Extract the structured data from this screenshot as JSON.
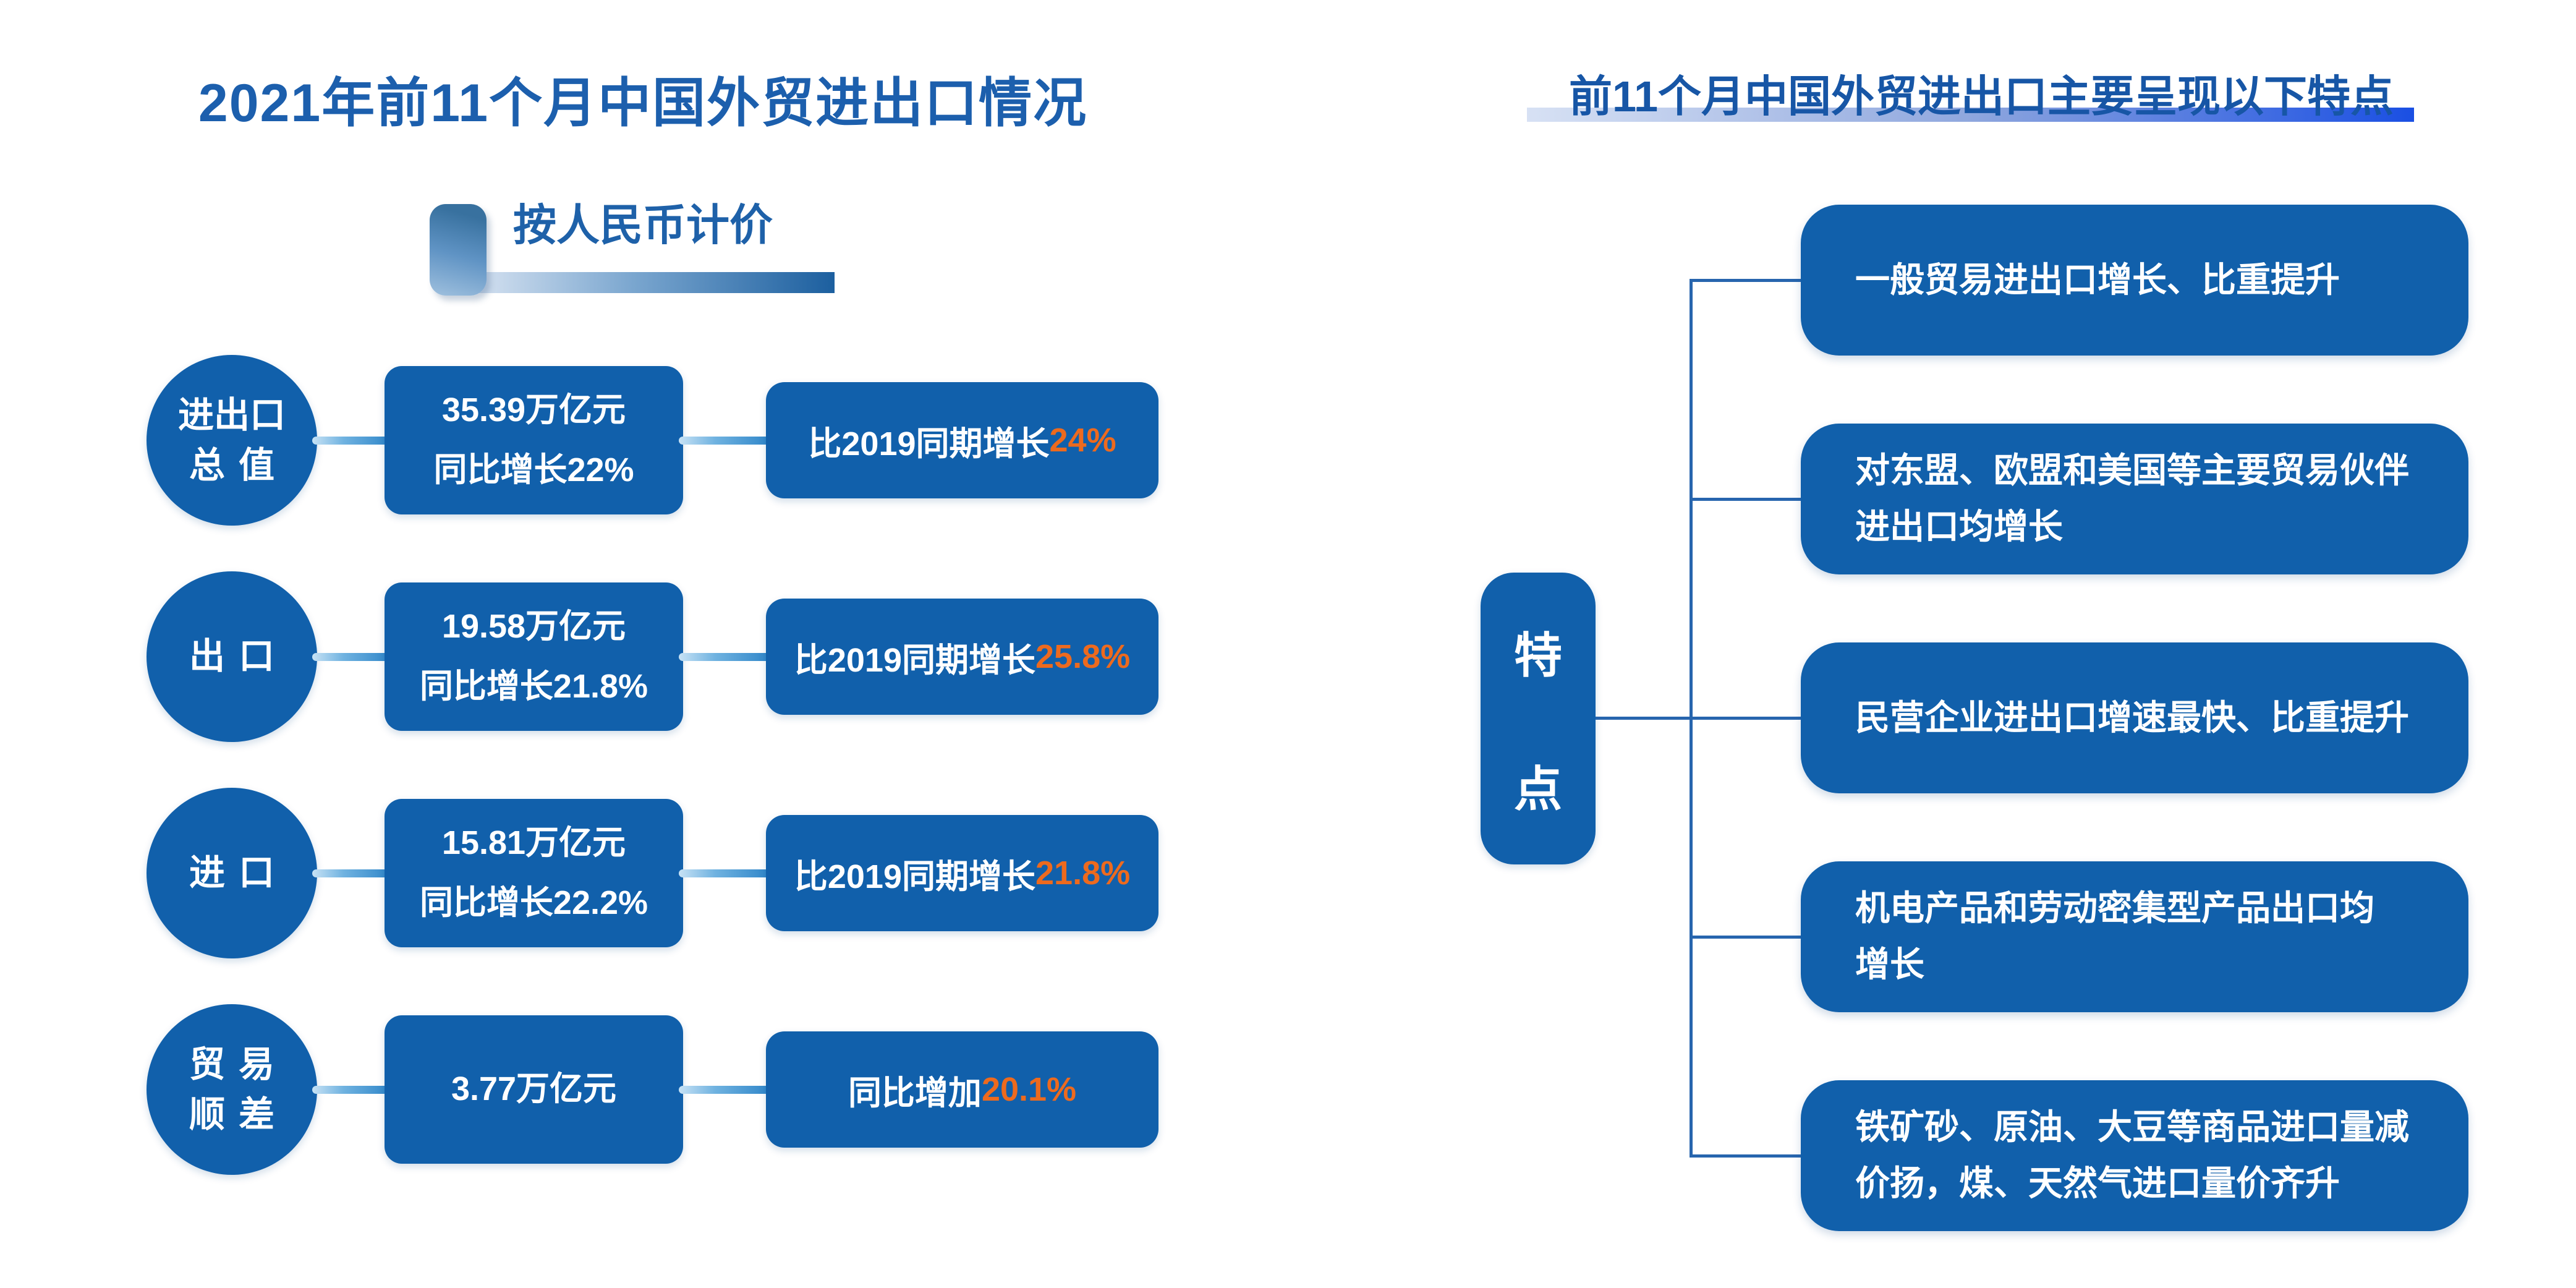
{
  "left_panel": {
    "title": "2021年前11个月中国外贸进出口情况",
    "subtitle": {
      "label": "按人民币计价"
    },
    "rows": [
      {
        "category_line1": "进出口",
        "category_line2": "总值",
        "value_line1": "35.39万亿元",
        "value_line2": "同比增长22%",
        "growth_prefix": "比2019同期增长",
        "growth_value": "24%"
      },
      {
        "category_line1": "出口",
        "category_line2": "",
        "value_line1": "19.58万亿元",
        "value_line2": "同比增长21.8%",
        "growth_prefix": "比2019同期增长",
        "growth_value": "25.8%"
      },
      {
        "category_line1": "进口",
        "category_line2": "",
        "value_line1": "15.81万亿元",
        "value_line2": "同比增长22.2%",
        "growth_prefix": "比2019同期增长",
        "growth_value": "21.8%"
      },
      {
        "category_line1": "贸易",
        "category_line2": "顺差",
        "value_line1": "3.77万亿元",
        "value_line2": "",
        "growth_prefix": "同比增加",
        "growth_value": "20.1%"
      }
    ]
  },
  "right_panel": {
    "title": "前11个月中国外贸进出口主要呈现以下特点",
    "node": {
      "char1": "特",
      "char2": "点"
    },
    "features": [
      {
        "line1": "一般贸易进出口增长、比重提升",
        "line2": ""
      },
      {
        "line1": "对东盟、欧盟和美国等主要贸易伙伴",
        "line2": "进出口均增长"
      },
      {
        "line1": "民营企业进出口增速最快、比重提升",
        "line2": ""
      },
      {
        "line1": "机电产品和劳动密集型产品出口均",
        "line2": "增长"
      },
      {
        "line1": "铁矿砂、原油、大豆等商品进口量减",
        "line2": "价扬，煤、天然气进口量价齐升"
      }
    ]
  },
  "colors": {
    "shape_blue": "#1160AB",
    "title_blue": "#1C5FAD",
    "accent_orange": "#ED6A1E",
    "tree_line_blue": "#2765AE",
    "underline_gradient_end": "#1A4FE3"
  }
}
